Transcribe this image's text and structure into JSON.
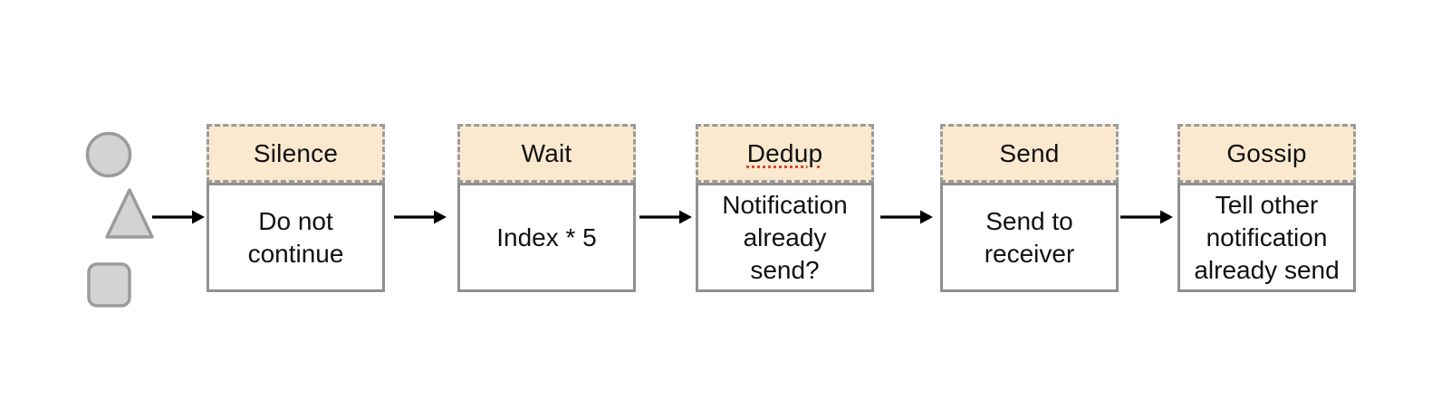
{
  "diagram": {
    "title": "notification-pipeline-flow",
    "stages": [
      {
        "title": "Silence",
        "description": "Do not continue",
        "title_class": "stage-title"
      },
      {
        "title": "Wait",
        "description": "Index * 5",
        "title_class": "stage-title"
      },
      {
        "title": "Dedup",
        "description": "Notification already send?",
        "title_class": "stage-title misspelled",
        "spellcheck_flagged": "true"
      },
      {
        "title": "Send",
        "description": "Send to receiver",
        "title_class": "stage-title"
      },
      {
        "title": "Gossip",
        "description": "Tell other notification already send",
        "title_class": "stage-title"
      }
    ],
    "source_shapes": [
      {
        "icon": "circle-shape-icon"
      },
      {
        "icon": "triangle-shape-icon"
      },
      {
        "icon": "rounded-square-shape-icon"
      }
    ],
    "colors": {
      "background": "#FFFFFF",
      "stage_header_fill": "#FAE9CF",
      "stage_header_border": "#9B9B9B",
      "stage_body_border": "#909090",
      "shape_fill": "#D3D3D3",
      "shape_stroke": "#9B9B9B",
      "arrow": "#000000",
      "text": "#111111",
      "spellcheck_underline": "#E0432D"
    }
  }
}
